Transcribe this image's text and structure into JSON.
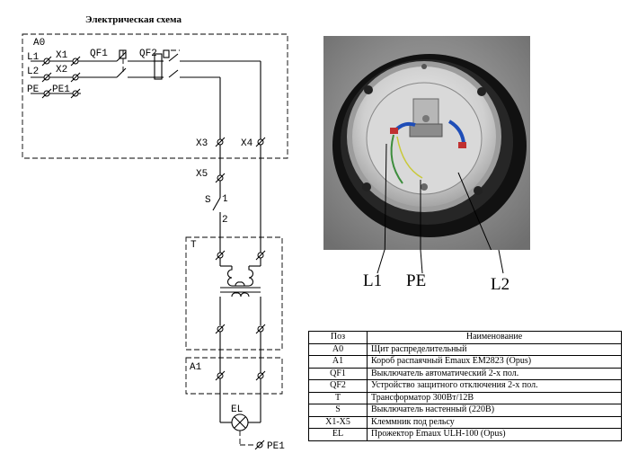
{
  "title": "Электрическая схема",
  "schematic": {
    "blocks": {
      "a0": "A0",
      "t": "T",
      "a1": "A1"
    },
    "lines": {
      "l1": "L1",
      "l2": "L2",
      "pe": "PE",
      "pe1": "PE1",
      "pe1_bottom": "PE1"
    },
    "terminals": {
      "x1": "X1",
      "x2": "X2",
      "x3": "X3",
      "x4": "X4",
      "x5": "X5"
    },
    "breakers": {
      "qf1": "QF1",
      "qf2": "QF2"
    },
    "switch": {
      "label": "S",
      "pin1": "1",
      "pin2": "2"
    },
    "lamp": "EL"
  },
  "photo": {
    "labels": {
      "l1": "L1",
      "pe": "PE",
      "l2": "L2"
    }
  },
  "legend": {
    "headers": {
      "pos": "Поз",
      "name": "Наименование"
    },
    "rows": [
      {
        "pos": "A0",
        "name": "Щит распределительный"
      },
      {
        "pos": "A1",
        "name": "Короб распаячный  Emaux EM2823 (Opus)"
      },
      {
        "pos": "QF1",
        "name": "Выключатель автоматический 2-х пол."
      },
      {
        "pos": "QF2",
        "name": "Устройство защитного отключения 2-х пол."
      },
      {
        "pos": "T",
        "name": "Трансформатор 300Вт/12В"
      },
      {
        "pos": "S",
        "name": "Выключатель настенный (220В)"
      },
      {
        "pos": "X1-X5",
        "name": "Клеммник под рельсу"
      },
      {
        "pos": "EL",
        "name": "Прожектор Emaux ULH-100 (Opus)"
      }
    ]
  }
}
